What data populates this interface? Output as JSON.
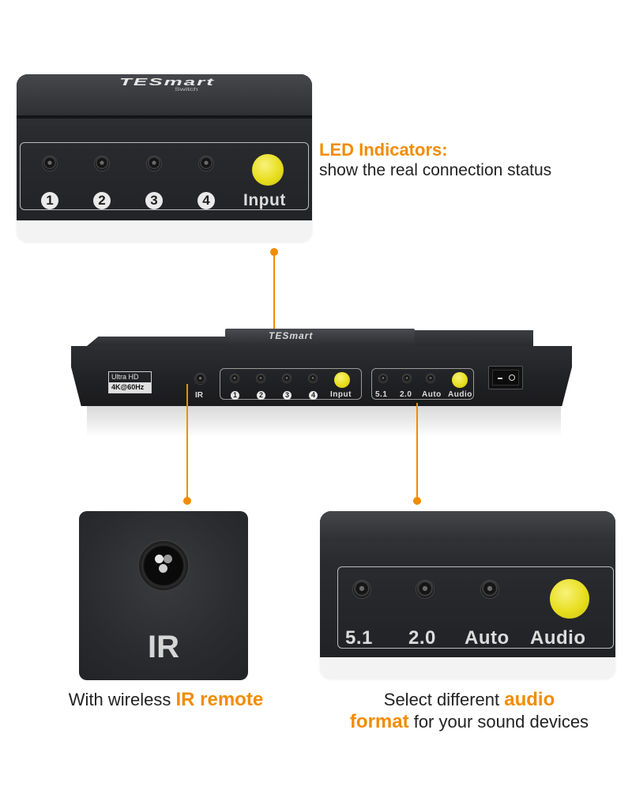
{
  "brand": {
    "name": "TESmart",
    "subtitle": "Switch"
  },
  "top_panel": {
    "ports": [
      "1",
      "2",
      "3",
      "4"
    ],
    "button_label": "Input"
  },
  "led_callout": {
    "title": "LED Indicators:",
    "text": "show the real connection status"
  },
  "device": {
    "badge_line1": "Ultra HD",
    "badge_line2": "4K@60Hz",
    "ir_label": "IR",
    "ports": [
      "1",
      "2",
      "3",
      "4"
    ],
    "input_label": "Input",
    "audio_modes": [
      "5.1",
      "2.0",
      "Auto"
    ],
    "audio_label": "Audio"
  },
  "ir_panel": {
    "label": "IR"
  },
  "ir_caption": {
    "prefix": "With wireless ",
    "highlight": "IR remote"
  },
  "audio_panel": {
    "modes": [
      "5.1",
      "2.0",
      "Auto"
    ],
    "button_label": "Audio"
  },
  "audio_caption": {
    "prefix": "Select different ",
    "highlight1": "audio",
    "highlight2": "format",
    "suffix": " for your sound devices"
  },
  "colors": {
    "accent": "#f28c00",
    "device_body": "#26272b",
    "button_yellow": "#e8de1f"
  }
}
